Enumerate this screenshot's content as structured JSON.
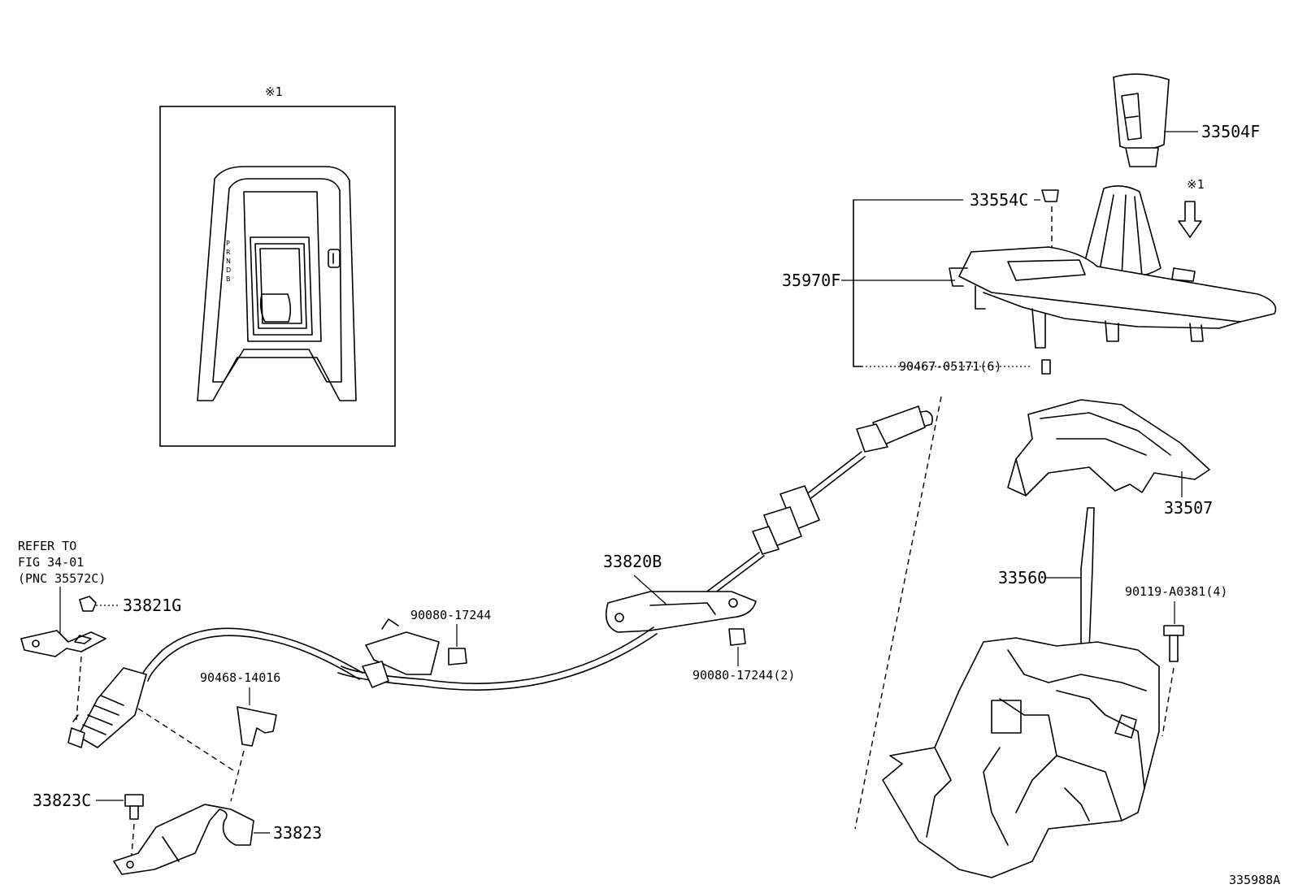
{
  "labels": {
    "inset_ref": "※1",
    "knob_arrow_ref": "※1",
    "p33504F": "33504F",
    "p33554C": "33554C",
    "p35970F": "35970F",
    "p90467": "90467-05171(6)",
    "p33507": "33507",
    "p33560": "33560",
    "p90119": "90119-A0381(4)",
    "p33820B": "33820B",
    "p90080a": "90080-17244",
    "p90080b": "90080-17244(2)",
    "p90468": "90468-14016",
    "p33821G": "33821G",
    "p33823C": "33823C",
    "p33823": "33823",
    "refer_line1": "REFER TO",
    "refer_line2": "FIG 34-01",
    "refer_line3": "(PNC 35572C)",
    "diagram_id": "335988A"
  },
  "inset": {
    "gear_letters": [
      "P",
      "R",
      "N",
      "D",
      "B"
    ]
  }
}
